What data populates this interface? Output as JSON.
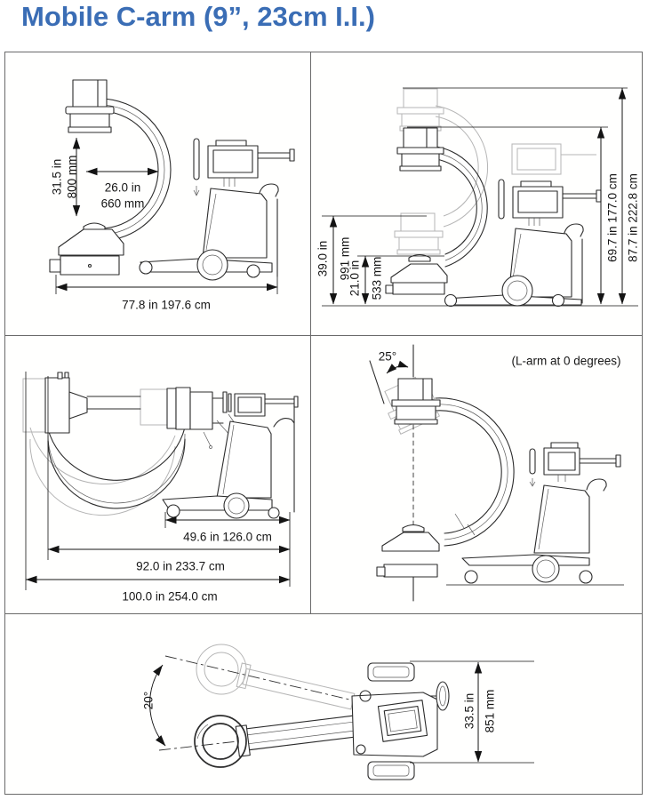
{
  "title": "Mobile C-arm (9”, 23cm I.I.)",
  "colors": {
    "title_blue": "#3a6db5",
    "line_art": "#2c2c2c",
    "ghost_gray": "#b5b5b5",
    "panel_border": "#6a6a6a"
  },
  "panels": {
    "side_view": {
      "height_in": "31.5 in",
      "height_mm": "800 mm",
      "depth_in": "26.0 in",
      "depth_mm": "660 mm",
      "length": "77.8 in 197.6 cm"
    },
    "elevation_view": {
      "travel_in": "39.0 in",
      "travel_mm": "991 mm",
      "min_in": "21.0 in",
      "min_mm": "533 mm",
      "height_low": "69.7 in 177.0 cm",
      "height_high": "87.7 in 222.8 cm"
    },
    "reach_view": {
      "inner": "49.6 in  126.0 cm",
      "mid": "92.0 in  233.7 cm",
      "outer": "100.0 in  254.0 cm"
    },
    "tilt_view": {
      "angle": "25°",
      "note": "(L-arm at 0 degrees)"
    },
    "top_view": {
      "angle": "20°",
      "width_in": "33.5 in",
      "width_mm": "851 mm"
    }
  }
}
